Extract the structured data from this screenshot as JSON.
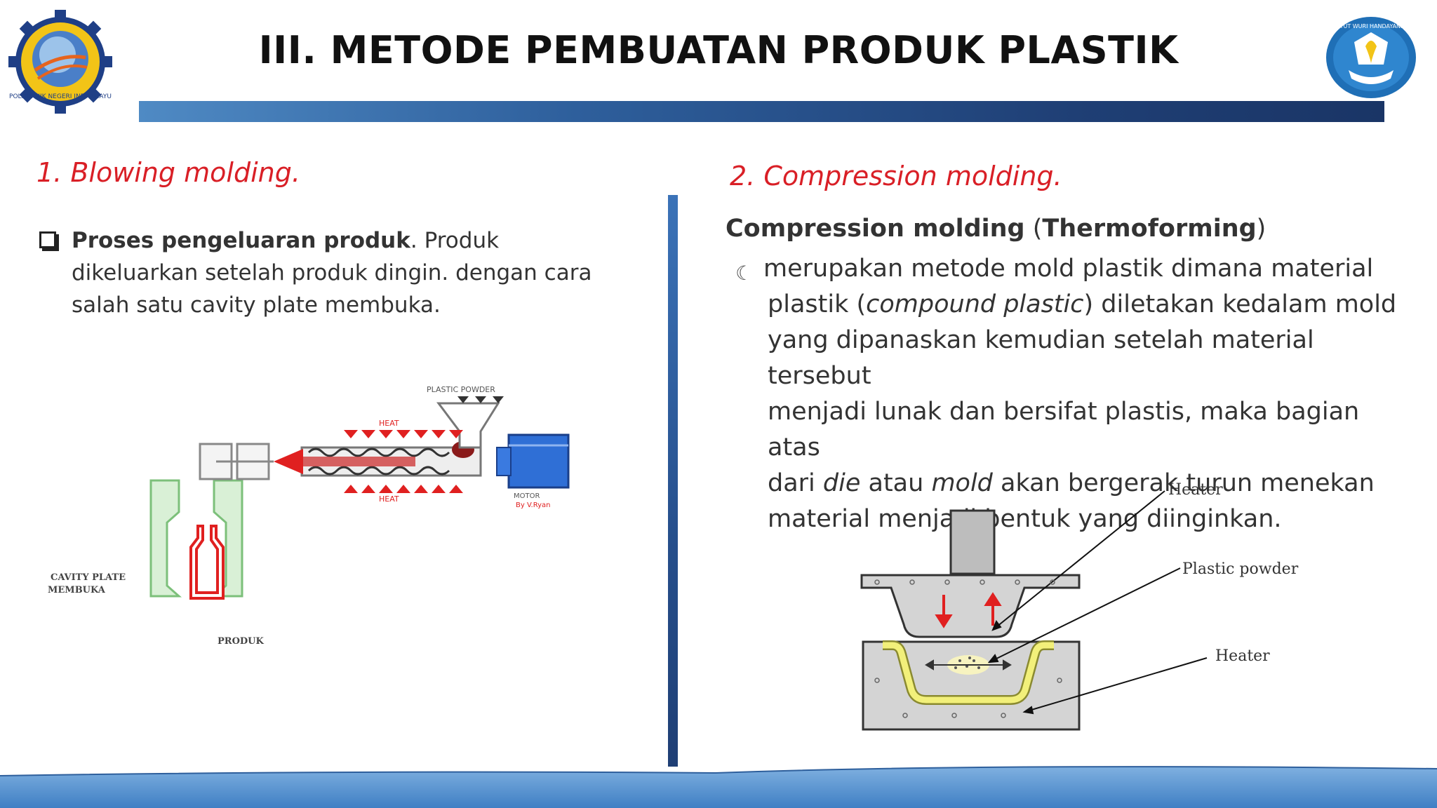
{
  "slide": {
    "title": "III. METODE PEMBUATAN PRODUK PLASTIK",
    "logo_left_text": "POLITEKNIK NEGERI INDRAMAYU",
    "logo_right_text": "TUT WURI HANDAYANI"
  },
  "left": {
    "section_title": "1. Blowing molding.",
    "bullet_bold": "Proses pengeluaran produk",
    "bullet_text": ". Produk dikeluarkan setelah produk dingin. dengan cara salah satu cavity plate membuka.",
    "diagram": {
      "plastic_powder": "PLASTIC POWDER",
      "heat_top": "HEAT",
      "heat_bottom": "HEAT",
      "motor": "MOTOR",
      "credit": "By V.Ryan",
      "cavity_line1": "CAVITY PLATE",
      "cavity_line2": "MEMBUKA",
      "produk": "PRODUK"
    }
  },
  "right": {
    "section_title": "2. Compression molding.",
    "heading_bold1": "Compression molding",
    "heading_paren_open": " (",
    "heading_bold2": "Thermoforming",
    "heading_paren_close": ")",
    "line1": "merupakan metode mold plastik dimana material",
    "line2_a": "plastik (",
    "line2_italic": "compound plastic",
    "line2_b": ") diletakan kedalam mold",
    "line3": "yang dipanaskan kemudian setelah material tersebut",
    "line4": "menjadi lunak dan bersifat plastis, maka bagian atas",
    "line5_a": "dari ",
    "line5_die": "die",
    "line5_b": " atau ",
    "line5_mold": "mold",
    "line5_c": " akan bergerak turun menekan",
    "line6": "material menjadi bentuk yang diinginkan.",
    "diagram": {
      "heater_top": "Heater",
      "plastic_powder": "Plastic powder",
      "heater_bottom": "Heater"
    }
  },
  "colors": {
    "accent_red": "#d91f26",
    "bar_blue": "#2e5f9c",
    "footer_blue": "#4a86c6"
  }
}
